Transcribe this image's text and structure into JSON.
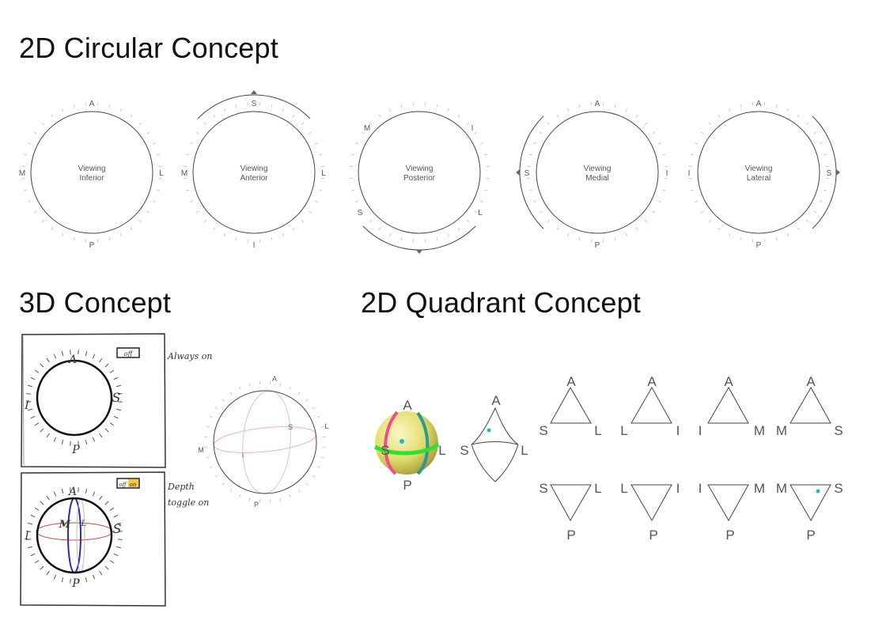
{
  "sections": {
    "circular": "2D Circular Concept",
    "three_d": "3D Concept",
    "quadrant": "2D Quadrant Concept"
  },
  "circles": [
    {
      "top": "A",
      "bottom": "P",
      "left": "M",
      "right": "L",
      "line1": "Viewing",
      "line2": "Inferior"
    },
    {
      "top": "S",
      "bottom": "I",
      "left": "M",
      "right": "L",
      "line1": "Viewing",
      "line2": "Anterior"
    },
    {
      "topleft": "M",
      "topright": "I",
      "bottomleft": "S",
      "bottomright": "L",
      "line1": "Viewing",
      "line2": "Posterior"
    },
    {
      "top": "A",
      "bottom": "P",
      "left": "S",
      "right": "I",
      "line1": "Viewing",
      "line2": "Medial"
    },
    {
      "top": "A",
      "bottom": "P",
      "left": "I",
      "right": "S",
      "line1": "Viewing",
      "line2": "Lateral"
    }
  ],
  "sketch1": {
    "top": "A",
    "left": "I",
    "right": "S",
    "bottom": "P",
    "toggle": "off",
    "note": "Always on"
  },
  "sketch2": {
    "top": "A",
    "left": "I",
    "right": "S",
    "bottom": "P",
    "mid": "M",
    "mid2": "L",
    "toggle_off": "off",
    "toggle_on": "on",
    "note1": "Depth",
    "note2": "toggle on"
  },
  "sphere_labels": {
    "top": "A",
    "bottom": "P",
    "left": "M",
    "right": "L",
    "inner": "S",
    "center": "I"
  },
  "ball": {
    "top": "A",
    "bottom": "P",
    "left": "S",
    "right": "L"
  },
  "lens": {
    "top": "A",
    "left": "S",
    "right": "L"
  },
  "triangles_up": [
    {
      "top": "A",
      "left": "S",
      "right": "L"
    },
    {
      "top": "A",
      "left": "L",
      "right": "I"
    },
    {
      "top": "A",
      "left": "I",
      "right": "M"
    },
    {
      "top": "A",
      "left": "M",
      "right": "S"
    }
  ],
  "triangles_down": [
    {
      "left": "S",
      "right": "L",
      "bottom": "P"
    },
    {
      "left": "L",
      "right": "I",
      "bottom": "P"
    },
    {
      "left": "I",
      "right": "M",
      "bottom": "P"
    },
    {
      "left": "M",
      "right": "S",
      "bottom": "P"
    }
  ],
  "colors": {
    "accent": "#1fb8c9",
    "ball": "#e8e06a",
    "green": "#2fe02f",
    "pink": "#ef4f86",
    "teal": "#2c9b8f",
    "toggle": "#f3c84b"
  }
}
